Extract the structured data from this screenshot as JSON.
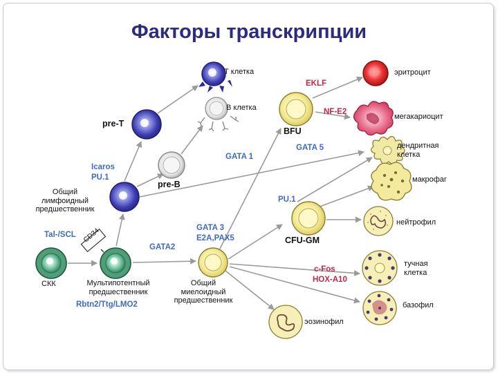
{
  "title": "Факторы транскрипции",
  "colors": {
    "factor": "#3e6bc2",
    "factor_red": "#c2274a",
    "arrow": "#9a9a9a",
    "title": "#2b2b80"
  },
  "cells": {
    "t_cell": "Т клетка",
    "b_cell": "В клетка",
    "pre_t": "pre-T",
    "pre_b": "pre-B",
    "lymphoid": [
      "Общий",
      "лимфоидный",
      "предшественник"
    ],
    "skk": "СКК",
    "multipotent": [
      "Мультипотентный",
      "предшественник"
    ],
    "myeloid": [
      "Общий",
      "миелоидный",
      "предшественник"
    ],
    "bfu": "BFU",
    "cfu_gm": "CFU-GM",
    "erythrocyte": "эритроцит",
    "megakaryocyte": "мегакариоцит",
    "dendritic": [
      "дендритная",
      "клетка"
    ],
    "macrophage": "макрофаг",
    "neutrophil": "нейтрофил",
    "mast_cell": [
      "тучная",
      "клетка"
    ],
    "basophil": "базофил",
    "eosinophil": "эозинофил"
  },
  "factors": {
    "icaros": "Icaros",
    "pu1_a": "PU.1",
    "tal_scl": "Tal-/SCL",
    "cd34": "CD34",
    "gata2": "GATA2",
    "rbtn": "Rbtn2/Ttg/LMO2",
    "gata1": "GATA 1",
    "gata3": "GATA 3",
    "e2a_pax5": "E2A,PAX5",
    "eklf": "EKLF",
    "nf_e2": "NF-E2",
    "gata5": "GATA 5",
    "pu1_b": "PU.1",
    "c_fos": "c-Fos",
    "hox_a10": "HOX-A10"
  }
}
